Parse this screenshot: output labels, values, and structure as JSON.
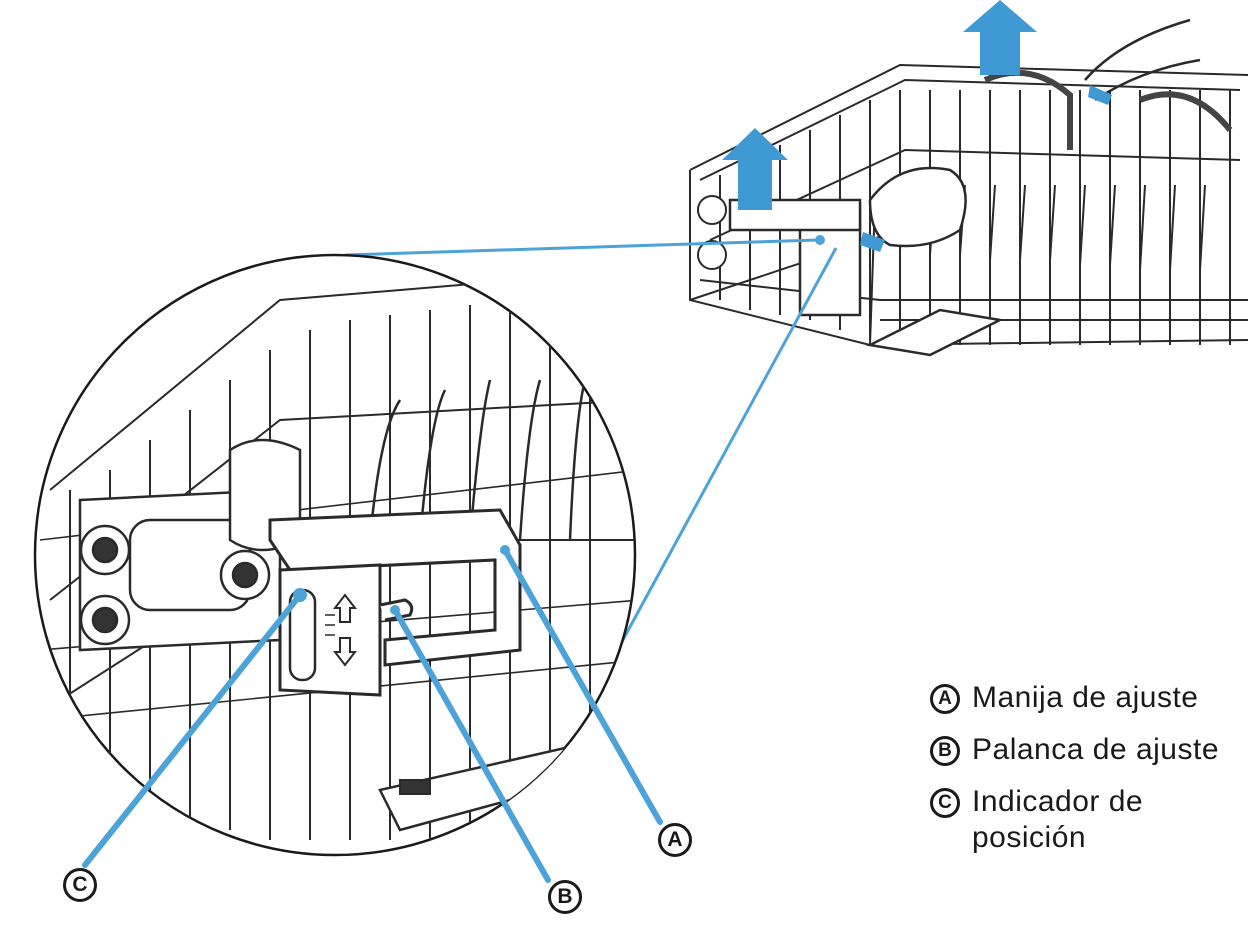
{
  "legend": [
    {
      "letter": "A",
      "text": "Manija de ajuste"
    },
    {
      "letter": "B",
      "text": "Palanca de ajuste"
    },
    {
      "letter": "C",
      "text": "Indicador de posición"
    }
  ],
  "callouts": {
    "a": "A",
    "b": "B",
    "c": "C"
  },
  "colors": {
    "leader": "#4da3d8",
    "arrow": "#3f9ad4",
    "line": "#2a2a2a",
    "background": "#ffffff"
  }
}
